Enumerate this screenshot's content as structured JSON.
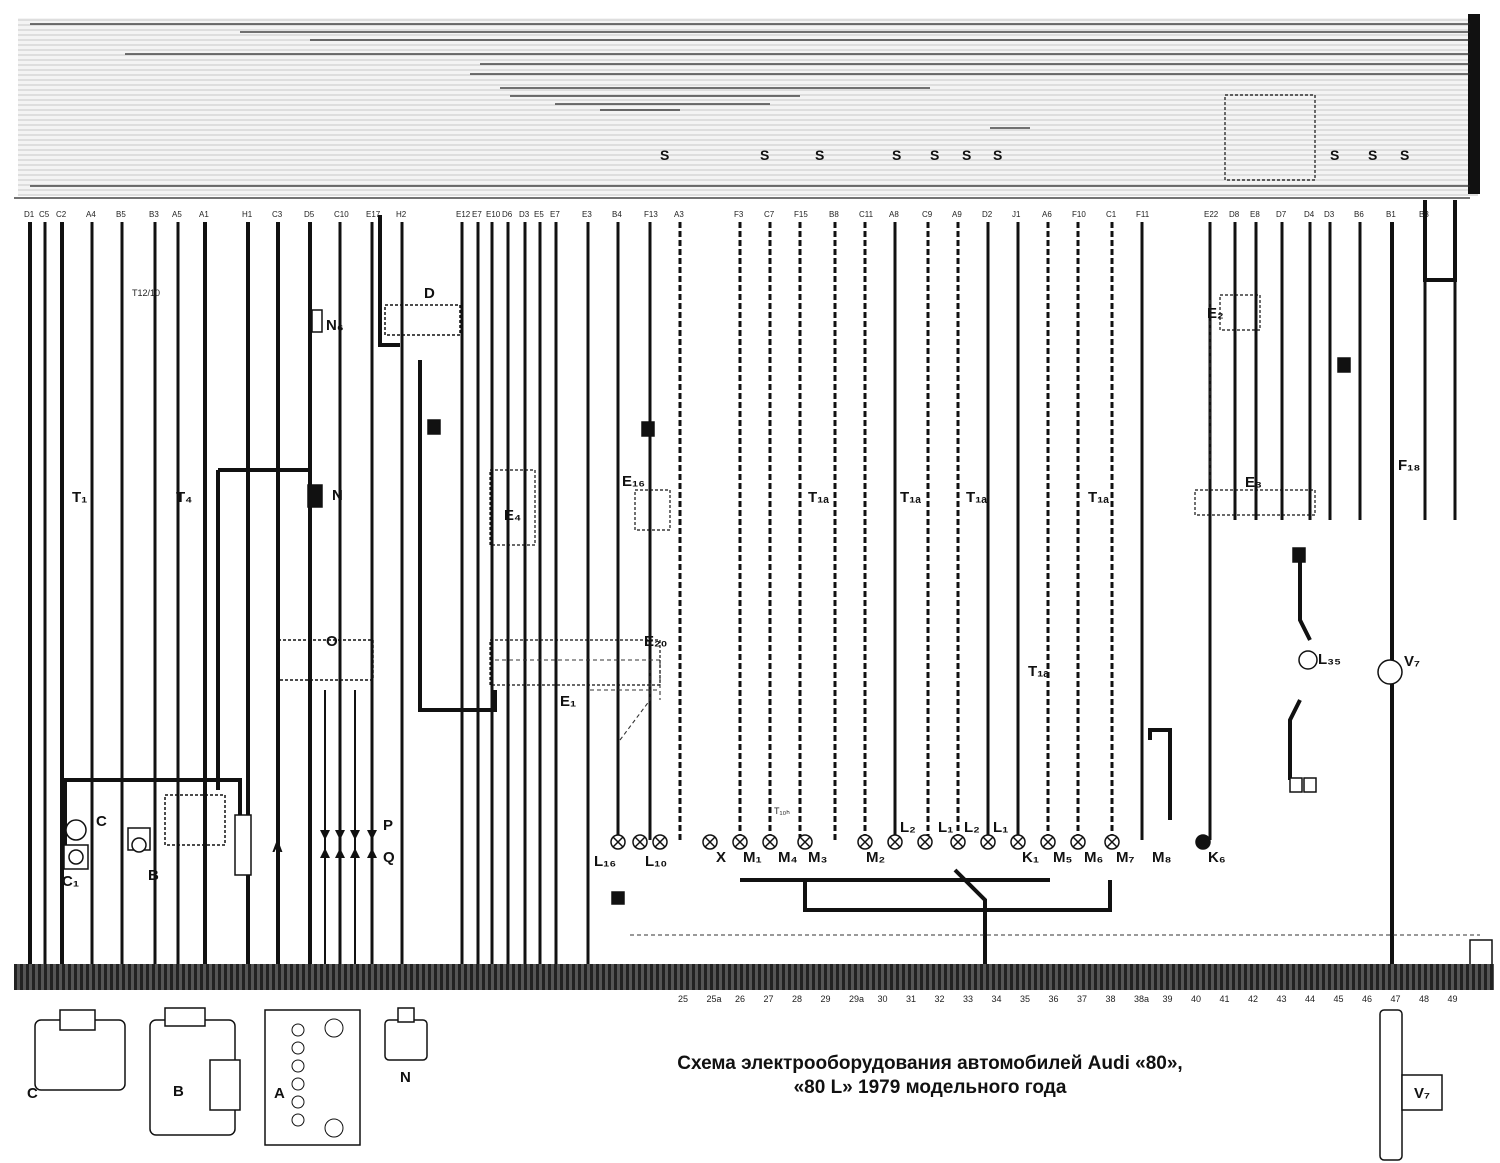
{
  "caption": {
    "line1": "Схема электрооборудования автомобилей Audi «80»,",
    "line2": "«80 L» 1979 модельного года"
  },
  "connector_labels": [
    "D1",
    "C5",
    "C2",
    "A4",
    "B5",
    "B3",
    "A5",
    "A1",
    "H1",
    "C3",
    "D5",
    "C10",
    "E17",
    "H2",
    "E12",
    "E7",
    "E10",
    "D6",
    "D3",
    "E5",
    "E7",
    "E3",
    "B4",
    "F13",
    "A3",
    "F3",
    "C7",
    "F15",
    "B8",
    "C11",
    "A8",
    "C9",
    "A9",
    "D2",
    "J1",
    "A6",
    "F10",
    "C1",
    "F11",
    "E22",
    "D8",
    "E8",
    "D7",
    "D4",
    "D3",
    "B6",
    "B1",
    "B3"
  ],
  "ground_numbers": [
    "25",
    "25a",
    "26",
    "27",
    "28",
    "29",
    "29a",
    "30",
    "31",
    "32",
    "33",
    "34",
    "35",
    "36",
    "37",
    "38",
    "38a",
    "39",
    "40",
    "41",
    "42",
    "43",
    "44",
    "45",
    "46",
    "47",
    "48",
    "49"
  ],
  "components": {
    "T1": "T₁",
    "T4": "T₄",
    "N6": "N₆",
    "D": "D",
    "N": "N",
    "O": "O",
    "P": "P",
    "Q": "Q",
    "A": "A",
    "B": "B",
    "C": "C",
    "C1": "C₁",
    "E4": "E₄",
    "E1": "E₁",
    "E16": "E₁₆",
    "E20": "E₂₀",
    "E2": "E₂",
    "E3": "E₃",
    "L16": "L₁₆",
    "L10": "L₁₀",
    "X": "X",
    "M1": "M₁",
    "M4": "M₄",
    "M3": "M₃",
    "M2": "M₂",
    "L2a": "L₂",
    "L1a": "L₁",
    "L2b": "L₂",
    "L1b": "L₁",
    "K1": "K₁",
    "M5": "M₅",
    "M6": "M₆",
    "M7": "M₇",
    "M8": "M₈",
    "K6": "K₆",
    "T1a": "T₁ₐ",
    "T1b": "T₁ₐ",
    "T1c": "T₁ₐ",
    "T1d": "T₁ₐ",
    "T1e": "T₁ₐ",
    "F18": "F₁₈",
    "L35": "L₃₅",
    "V7": "V₇",
    "T12_10": "T12/10",
    "T10b": "T₁₀ₕ"
  },
  "parts_bottom": {
    "C": "C",
    "B": "B",
    "A": "A",
    "N": "N",
    "V7": "V₇"
  }
}
